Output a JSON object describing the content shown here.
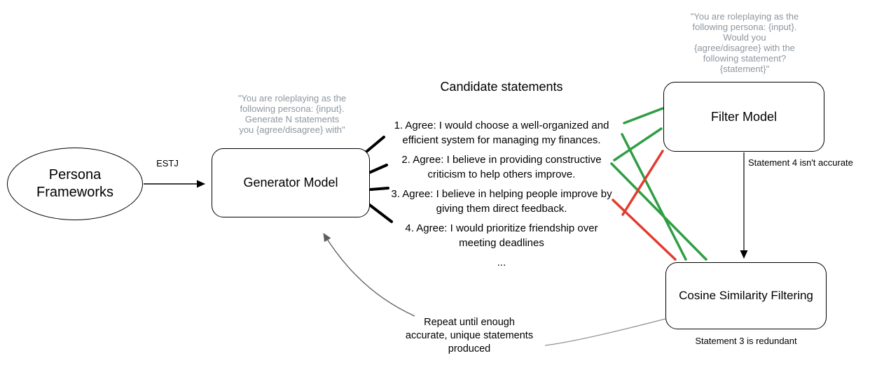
{
  "colors": {
    "green": "#2f9e44",
    "red": "#e23b2e",
    "gray_prompt_text": "#8e979f",
    "arrow_gray": "#6e6e6e",
    "black": "#000000"
  },
  "persona": {
    "label": "Persona\nFrameworks",
    "arrow_label": "ESTJ"
  },
  "generator": {
    "label": "Generator Model",
    "prompt": "\"You are roleplaying as the\nfollowing persona: {input}.\nGenerate N statements\nyou {agree/disagree} with\""
  },
  "candidates": {
    "title": "Candidate statements",
    "items": [
      "1. Agree: I would choose a well-organized and\nefficient system for managing my finances.",
      "2. Agree: I believe in providing constructive\ncriticism to help others improve.",
      "3. Agree: I believe in helping people improve by\ngiving them direct feedback.",
      "4. Agree: I would prioritize friendship over\nmeeting deadlines"
    ],
    "ellipsis": "..."
  },
  "filter": {
    "label": "Filter Model",
    "prompt": "\"You are roleplaying as the\nfollowing persona: {input}.\nWould you\n{agree/disagree} with the\nfollowing statement?\n{statement}\"",
    "note": "Statement 4 isn't accurate"
  },
  "cosine": {
    "label": "Cosine Similarity Filtering",
    "note": "Statement 3 is redundant"
  },
  "repeat_note": "Repeat until enough\naccurate, unique statements\nproduced",
  "edges": [
    {
      "from": "persona-frameworks",
      "to": "generator-model",
      "style": "black-arrow",
      "label": "ESTJ"
    },
    {
      "from": "statement-1",
      "to": "filter-model",
      "style": "green"
    },
    {
      "from": "statement-2",
      "to": "filter-model",
      "style": "green"
    },
    {
      "from": "statement-1",
      "to": "cosine-similarity-filtering",
      "style": "green"
    },
    {
      "from": "statement-2",
      "to": "cosine-similarity-filtering",
      "style": "green"
    },
    {
      "from": "statement-4",
      "to": "filter-model",
      "style": "red"
    },
    {
      "from": "statement-3",
      "to": "cosine-similarity-filtering",
      "style": "red"
    },
    {
      "from": "filter-model",
      "to": "cosine-similarity-filtering",
      "style": "black-arrow",
      "label": "Statement 4 isn't accurate"
    },
    {
      "from": "cosine-similarity-filtering",
      "to": "repeat-note",
      "style": "gray-line"
    },
    {
      "from": "repeat-note",
      "to": "generator-model",
      "style": "gray-arrow",
      "label": "Repeat until enough accurate, unique statements produced"
    }
  ]
}
